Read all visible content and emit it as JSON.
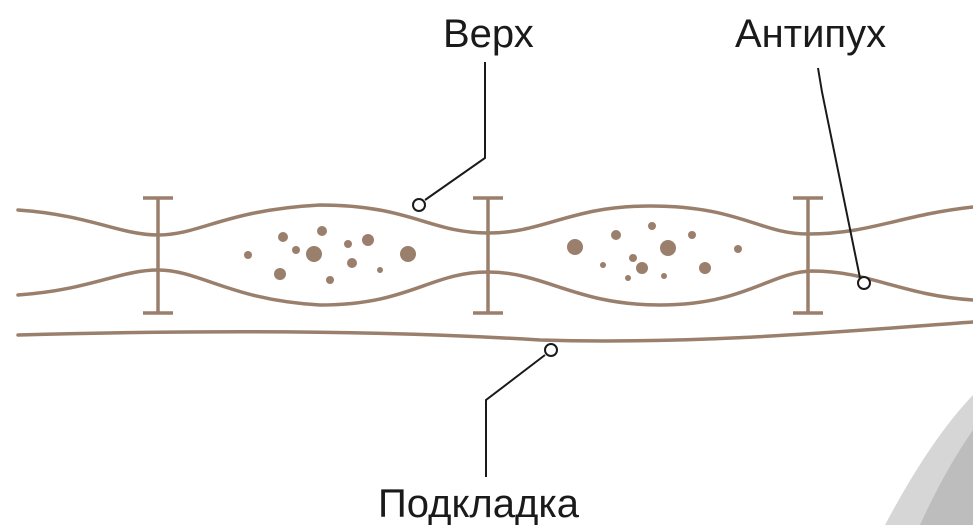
{
  "labels": {
    "top": "Верх",
    "antidown": "Антипух",
    "lining": "Подкладка"
  },
  "colors": {
    "fabric": "#9a7f6c",
    "leader": "#1a1a1a",
    "background": "#ffffff",
    "corner_shape": "#c9c9c9"
  }
}
